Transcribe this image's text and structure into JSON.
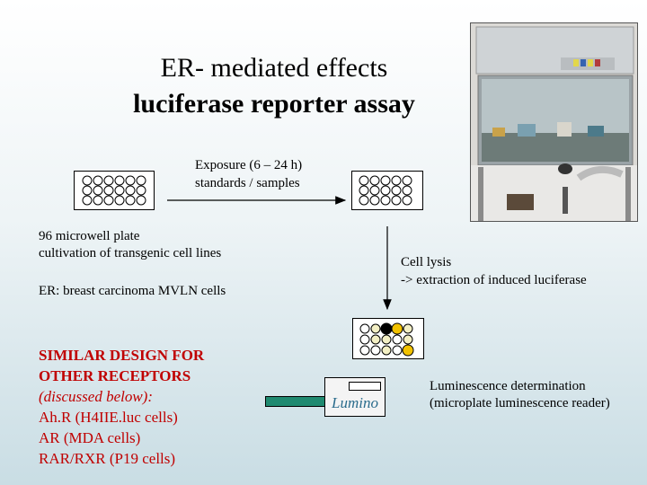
{
  "title": {
    "line1": "ER- mediated effects",
    "line2": "luciferase reporter assay"
  },
  "exposure": {
    "line1": "Exposure  (6 – 24 h)",
    "line2": "standards / samples"
  },
  "plate_desc": {
    "line1": "96 microwell plate",
    "line2": "cultivation of transgenic cell lines"
  },
  "er_line": "ER:  breast carcinoma MVLN cells",
  "lysis": {
    "line1": "Cell lysis",
    "line2": "-> extraction of induced luciferase"
  },
  "similar": {
    "line1": "SIMILAR DESIGN FOR",
    "line2": "OTHER RECEPTORS",
    "line3": "(discussed below):",
    "receptors": [
      "Ah.R (H4IIE.luc cells)",
      "AR (MDA cells)",
      "RAR/RXR (P19 cells)"
    ]
  },
  "lumino_label": "Lumino",
  "luminescence": {
    "line1": "Luminescence determination",
    "line2": "(microplate luminescence reader)"
  },
  "colors": {
    "accent_red": "#c00000",
    "lumino_text": "#2b6c8c",
    "lumino_bar": "#1f8a70",
    "well_yellow": "#f2c200",
    "well_pale": "#f3efc4",
    "well_black": "#000000"
  },
  "icons": {
    "plate": "microwell-plate-icon",
    "hood": "laminar-flow-hood-photo",
    "reader": "luminometer-icon"
  }
}
